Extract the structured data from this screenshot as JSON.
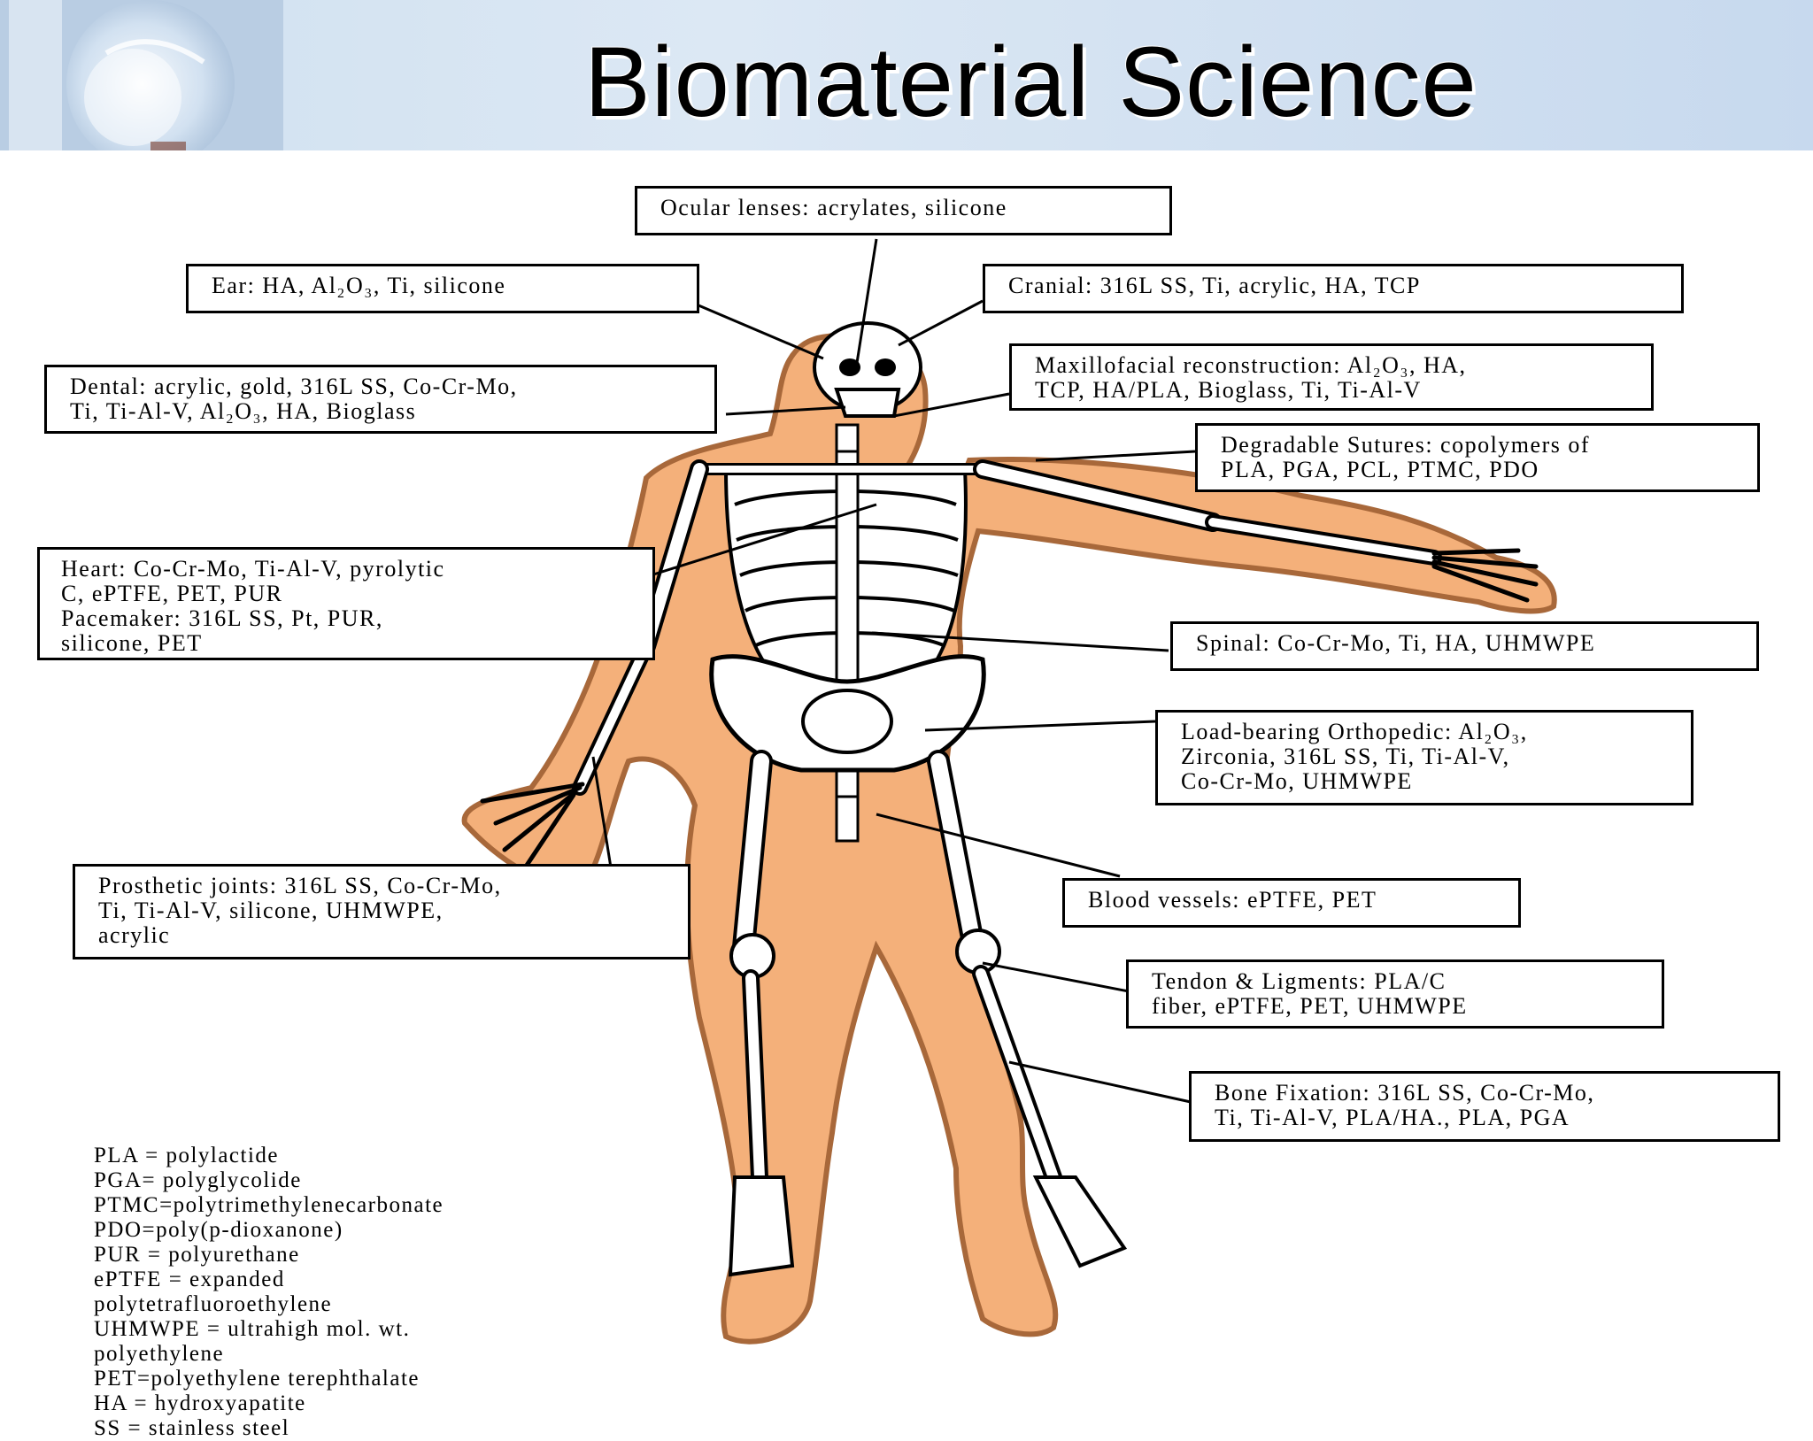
{
  "header": {
    "title": "Biomaterial Science",
    "decoration_icon": "lab-flask-icon",
    "colors": {
      "background": "#d3e2f1",
      "title_shadow": "#ffffff"
    }
  },
  "diagram": {
    "figure_icon": "human-skeleton-icon",
    "colors": {
      "body_fill": "#f4b07a",
      "body_outline": "#a8683a",
      "bone": "#ffffff",
      "lines": "#000000"
    },
    "callouts": [
      {
        "lines": [
          "Ocular lenses: acrylates, silicone"
        ]
      },
      {
        "lines": [
          "Ear: HA, Al₂O₃, Ti, silicone"
        ]
      },
      {
        "lines": [
          "Cranial: 316L SS, Ti, acrylic, HA, TCP"
        ]
      },
      {
        "lines": [
          "Maxillofacial reconstruction: Al₂O₃, HA,",
          "TCP, HA/PLA, Bioglass, Ti, Ti-Al-V"
        ]
      },
      {
        "lines": [
          "Dental: acrylic, gold, 316L SS, Co-Cr-Mo,",
          "Ti, Ti-Al-V, Al₂O₃, HA, Bioglass"
        ]
      },
      {
        "lines": [
          "Degradable Sutures: copolymers of",
          "PLA, PGA, PCL, PTMC, PDO"
        ]
      },
      {
        "lines": [
          "Heart: Co-Cr-Mo, Ti-Al-V, pyrolytic",
          "C, ePTFE, PET, PUR",
          "Pacemaker: 316L SS, Pt, PUR,",
          "silicone, PET"
        ]
      },
      {
        "lines": [
          "Spinal: Co-Cr-Mo, Ti, HA, UHMWPE"
        ]
      },
      {
        "lines": [
          "Load-bearing Orthopedic: Al₂O₃,",
          "Zirconia, 316L SS, Ti, Ti-Al-V,",
          "Co-Cr-Mo, UHMWPE"
        ]
      },
      {
        "lines": [
          "Blood vessels: ePTFE, PET"
        ]
      },
      {
        "lines": [
          "Prosthetic joints: 316L SS, Co-Cr-Mo,",
          "Ti, Ti-Al-V, silicone, UHMWPE,",
          "acrylic"
        ]
      },
      {
        "lines": [
          "Tendon & Ligments: PLA/C",
          "fiber, ePTFE, PET, UHMWPE"
        ]
      },
      {
        "lines": [
          "Bone Fixation: 316L SS, Co-Cr-Mo,",
          "Ti, Ti-Al-V, PLA/HA., PLA, PGA"
        ]
      }
    ],
    "glossary": [
      "PLA = polylactide",
      "PGA= polyglycolide",
      "PTMC=polytrimethylenecarbonate",
      "PDO=poly(p-dioxanone)",
      "PUR = polyurethane",
      "ePTFE = expanded",
      "polytetrafluoroethylene",
      "UHMWPE = ultrahigh mol. wt.",
      "polyethylene",
      "PET=polyethylene terephthalate",
      "HA = hydroxyapatite",
      "SS = stainless steel"
    ]
  }
}
